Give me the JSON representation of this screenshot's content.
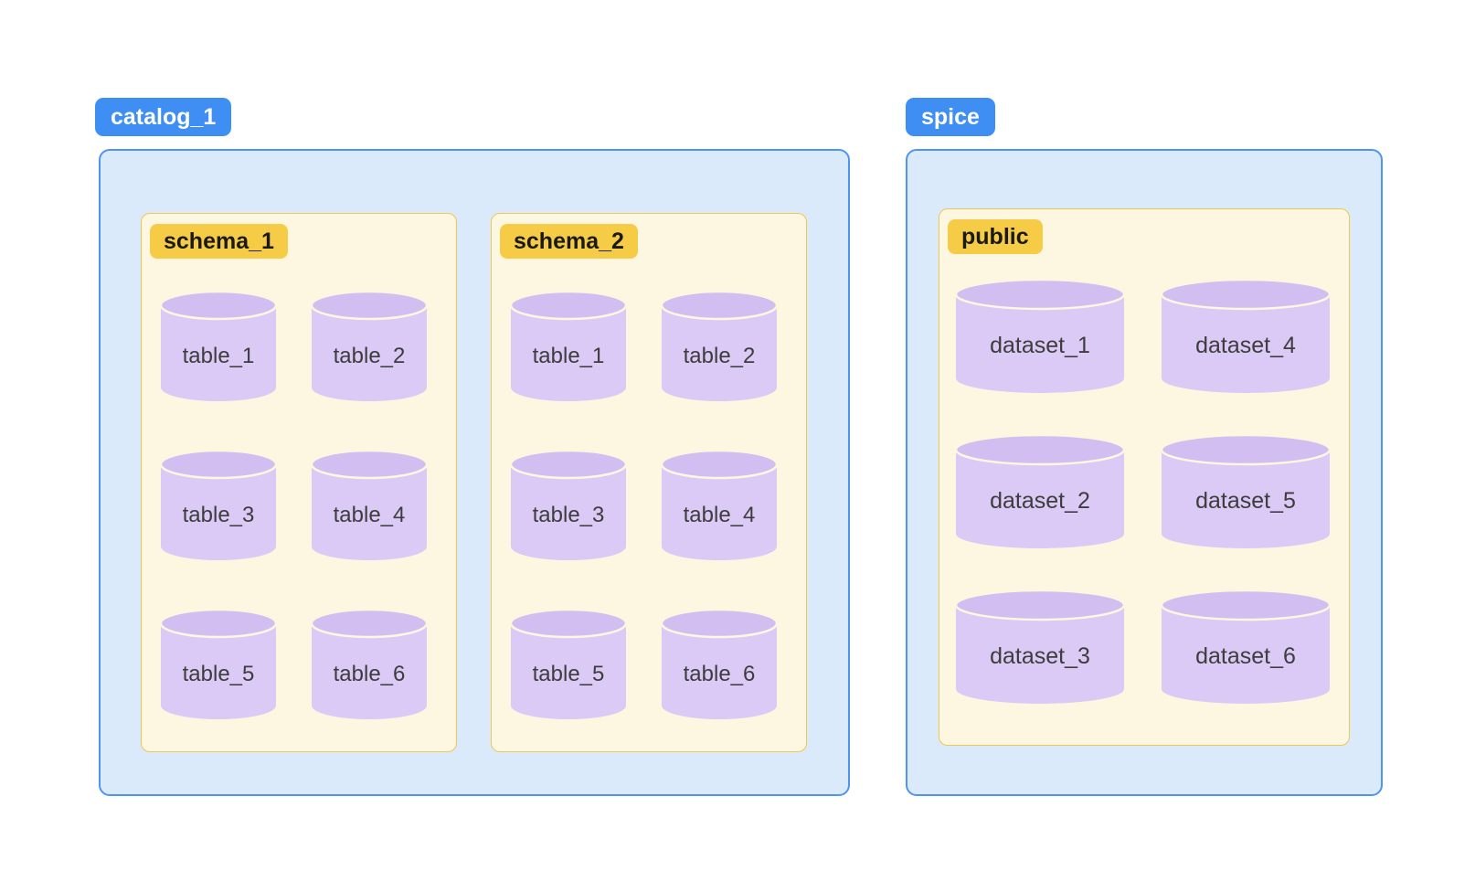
{
  "theme": {
    "page_bg": "#FFFFFF",
    "blue_pill_bg": "#3F8EF3",
    "blue_pill_text": "#FFFFFF",
    "blue_box_bg": "#DBEAFB",
    "blue_box_border": "#4E95EF",
    "yellow_pill_bg": "#F6CB45",
    "yellow_pill_text": "#1A1A1A",
    "yellow_box_bg": "#FDF7E1",
    "yellow_box_border": "#EDC94F",
    "cylinder_body": "#DACAF5",
    "cylinder_top": "#D2BEF0",
    "cylinder_divider": "#FDF7E1",
    "cylinder_text": "#3D3D3D"
  },
  "groups": [
    {
      "label": "catalog_1",
      "sections": [
        {
          "label": "schema_1",
          "items": [
            "table_1",
            "table_2",
            "table_3",
            "table_4",
            "table_5",
            "table_6"
          ]
        },
        {
          "label": "schema_2",
          "items": [
            "table_1",
            "table_2",
            "table_3",
            "table_4",
            "table_5",
            "table_6"
          ]
        }
      ]
    },
    {
      "label": "spice",
      "sections": [
        {
          "label": "public",
          "items": [
            "dataset_1",
            "dataset_4",
            "dataset_2",
            "dataset_5",
            "dataset_3",
            "dataset_6"
          ]
        }
      ]
    }
  ]
}
